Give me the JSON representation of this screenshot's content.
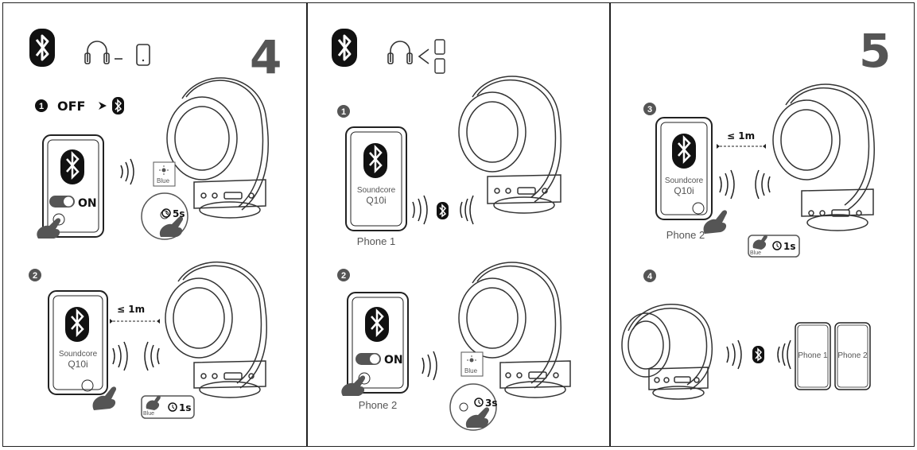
{
  "colors": {
    "ink": "#111111",
    "grey": "#555555",
    "line": "#333333"
  },
  "icons": [
    "bluetooth-icon",
    "headphones-icon",
    "phone-icon",
    "hand-pointer-icon",
    "timer-icon",
    "led-light-icon"
  ],
  "panel_left": {
    "section_number": "4",
    "step1": {
      "num": "1",
      "off_text": "OFF",
      "toggle_text": "ON",
      "led_label": "Blue",
      "hold_time": "5s"
    },
    "step2": {
      "num": "2",
      "app_line1": "Soundcore",
      "app_line2": "Q10i",
      "distance": "≤ 1m",
      "led_label": "Blue",
      "hold_time": "1s"
    }
  },
  "panel_middle": {
    "step1": {
      "num": "1",
      "app_line1": "Soundcore",
      "app_line2": "Q10i",
      "phone_caption": "Phone 1"
    },
    "step2": {
      "num": "2",
      "toggle_text": "ON",
      "phone_caption": "Phone 2",
      "led_label": "Blue",
      "hold_time": "3s"
    }
  },
  "panel_right": {
    "section_number": "5",
    "step3": {
      "num": "3",
      "app_line1": "Soundcore",
      "app_line2": "Q10i",
      "distance": "≤ 1m",
      "phone_caption": "Phone 2",
      "led_label": "Blue",
      "hold_time": "1s"
    },
    "step4": {
      "num": "4",
      "phone1": "Phone 1",
      "phone2": "Phone 2"
    }
  }
}
